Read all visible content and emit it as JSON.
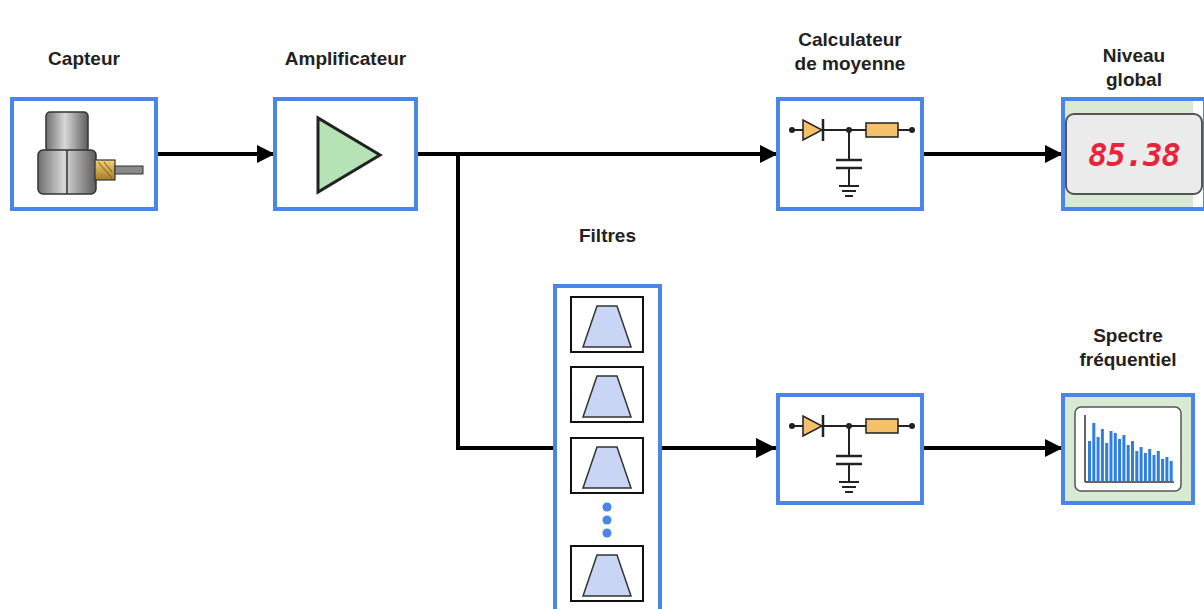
{
  "diagram": {
    "nodes": [
      {
        "text": [
          "Capteur"
        ]
      },
      {
        "text": [
          "Amplificateur"
        ]
      },
      {
        "text": [
          "Calculateur de moyenne"
        ]
      },
      {
        "text": [
          "Niveau global",
          "85.38"
        ]
      },
      {
        "text": [
          "Filtres"
        ]
      },
      {
        "text": [
          "Spectre fréquentiel"
        ]
      }
    ],
    "edges": [
      {
        "from": 0,
        "to": 1,
        "arrow": "to"
      },
      {
        "from": 1,
        "to": 2,
        "arrow": "to"
      },
      {
        "from": 1,
        "to": 4,
        "arrow": "none"
      },
      {
        "from": 2,
        "to": 3,
        "arrow": "to"
      },
      {
        "from": 4,
        "to": 5,
        "arrow": "to"
      }
    ]
  }
}
